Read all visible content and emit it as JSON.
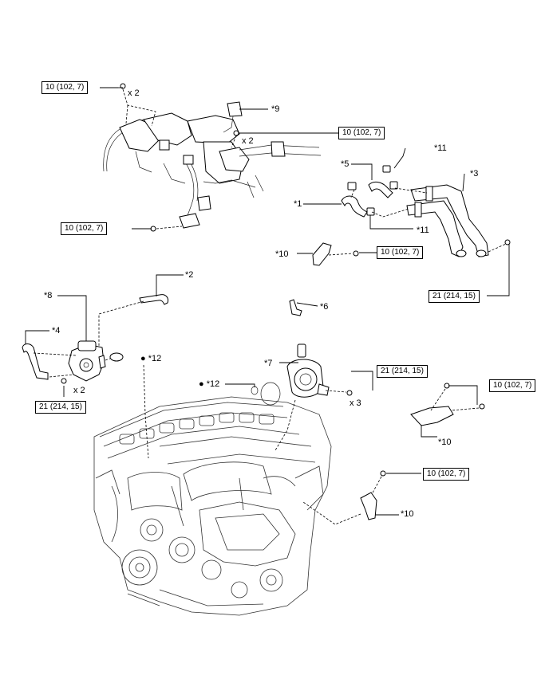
{
  "torque_labels": {
    "t1": "10 (102, 7)",
    "t2": "10 (102, 7)",
    "t3": "10 (102, 7)",
    "t4": "10 (102, 7)",
    "t5": "21 (214, 15)",
    "t6": "21 (214, 15)",
    "t7": "21 (214, 15)",
    "t8": "10 (102, 7)",
    "t9": "10 (102, 7)"
  },
  "callouts": {
    "c9": "*9",
    "c11a": "*11",
    "c5": "*5",
    "c3": "*3",
    "c1": "*1",
    "c11b": "*11",
    "c10a": "*10",
    "c2": "*2",
    "c6": "*6",
    "c8": "*8",
    "c4": "*4",
    "c12a": "● *12",
    "c7": "*7",
    "c12b": "● *12",
    "c10b": "*10",
    "c10c": "*10"
  },
  "quantities": {
    "q1": "x 2",
    "q2": "x 2",
    "q3": "x 2",
    "q4": "x 3"
  }
}
